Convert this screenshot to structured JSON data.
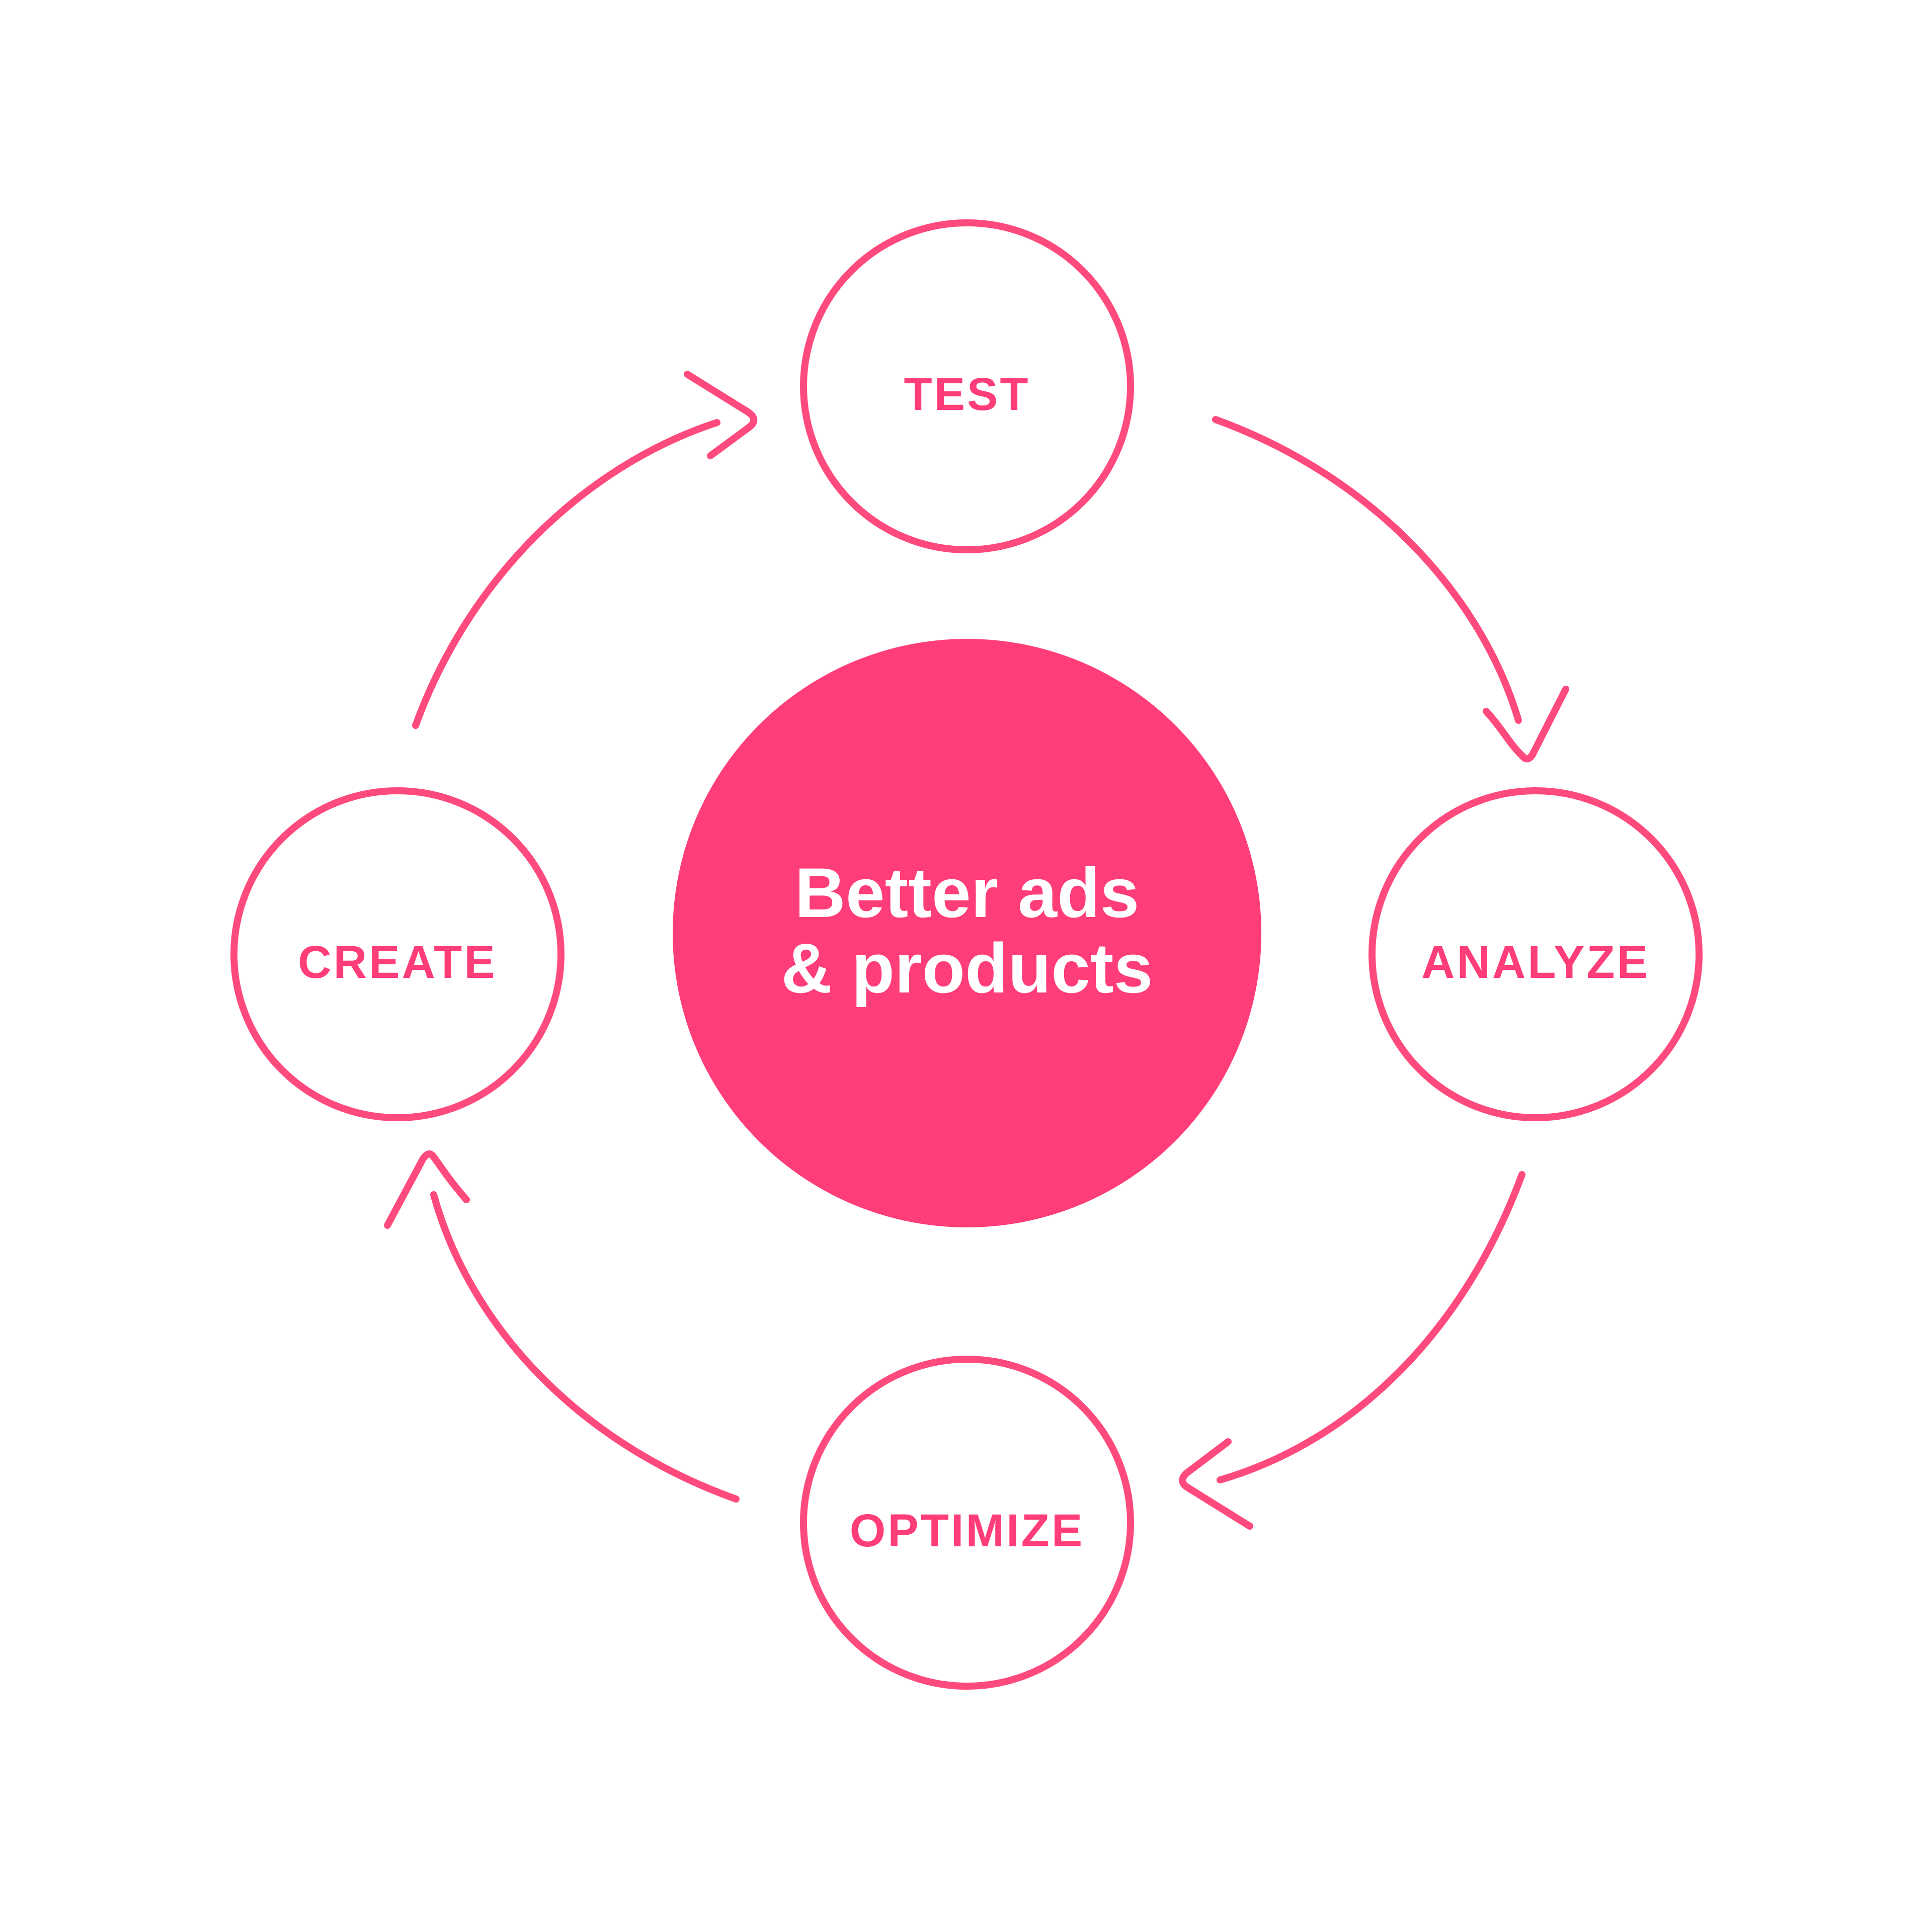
{
  "colors": {
    "accent": "#ff3d78",
    "stroke": "#ff4a7e",
    "background": "#ffffff",
    "center_text": "#ffffff"
  },
  "center": {
    "line1": "Better ads",
    "line2": "& products"
  },
  "stages": {
    "test": "TEST",
    "analyze": "ANALYZE",
    "optimize": "OPTIMIZE",
    "create": "CREATE"
  }
}
